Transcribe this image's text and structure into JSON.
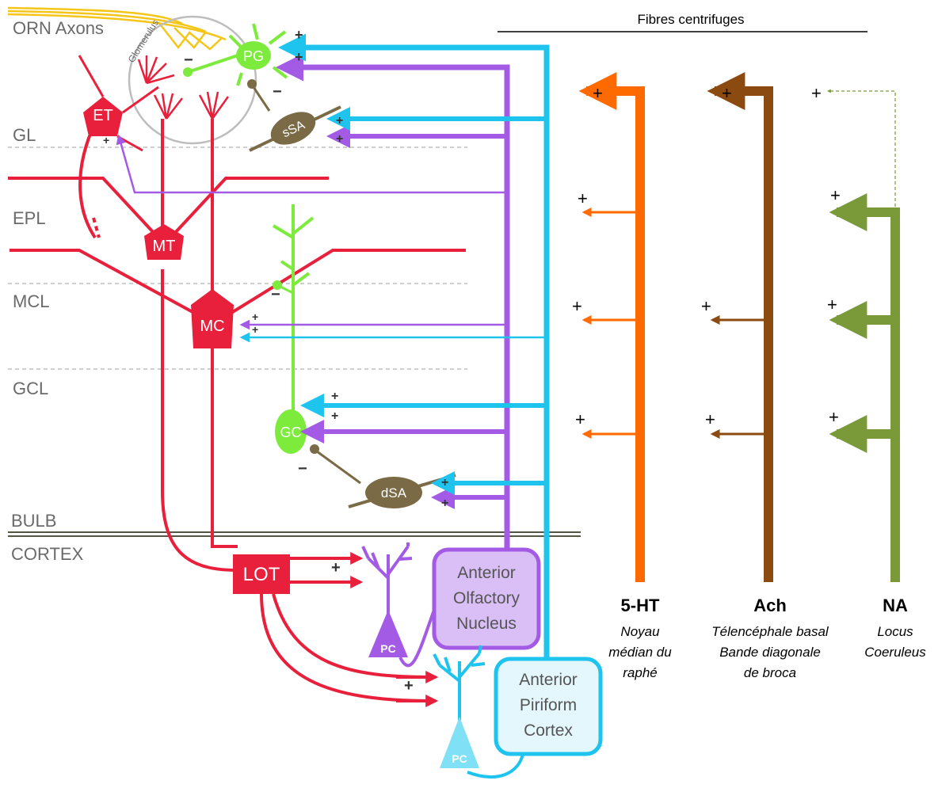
{
  "header": {
    "title": "Fibres centrifuges"
  },
  "layers": {
    "orn": "ORN Axons",
    "gl": "GL",
    "epl": "EPL",
    "mcl": "MCL",
    "gcl": "GCL",
    "bulb": "BULB",
    "cortex": "CORTEX"
  },
  "glomerulus": "Glomerulus",
  "cells": {
    "et": "ET",
    "pg": "PG",
    "ssa": "sSA",
    "mt": "MT",
    "mc": "MC",
    "gc": "GC",
    "dsa": "dSA",
    "lot": "LOT",
    "pc1": "PC",
    "pc2": "PC",
    "aon": [
      "Anterior",
      "Olfactory",
      "Nucleus"
    ],
    "apc": [
      "Anterior",
      "Piriform",
      "Cortex"
    ]
  },
  "signs": {
    "plus": "+",
    "minus": "−"
  },
  "modulators": [
    {
      "name": "5-HT",
      "source": [
        "Noyau",
        "médian du",
        "raphé"
      ],
      "color": "#FF6A00"
    },
    {
      "name": "Ach",
      "source": [
        "Télencéphale basal",
        "Bande diagonale",
        "de broca"
      ],
      "color": "#8B4A0F"
    },
    {
      "name": "NA",
      "source": [
        "Locus",
        "Coeruleus"
      ],
      "color": "#7A9A3A"
    }
  ],
  "colors": {
    "mitral": "#E8203C",
    "granule": "#7CEB3C",
    "purple": "#A35BE6",
    "cyan": "#1EC4EE",
    "sa": "#7A6A45",
    "layerline": "#bdbdbd",
    "orn": "#F5C518"
  }
}
